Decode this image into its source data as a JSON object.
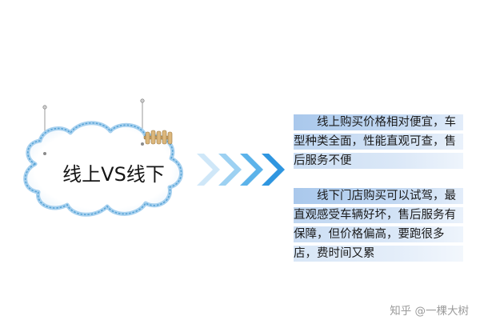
{
  "sign": {
    "title": "线上VS线下"
  },
  "arrows": {
    "count": 4,
    "colors": [
      "#cfe7f8",
      "#9dd1f2",
      "#5cb3ea",
      "#2f96e0"
    ]
  },
  "cards": [
    {
      "name": "online",
      "text": "线上购买价格相对便宜，车型种类全面，性能直观可查，售后服务不便"
    },
    {
      "name": "offline",
      "text": "线下门店购买可以试驾，最直观感受车辆好坏，售后服务有保障，但价格偏高，要跑很多店，费时间又累"
    }
  ],
  "colors": {
    "cloud_fill": "#ffffff",
    "cloud_border": "#a8d1ef",
    "cloud_dots": "#58a4d6",
    "highlight": "#b6d1f0",
    "fence": "#c9a165"
  },
  "watermark": "知乎 @一棵大树"
}
